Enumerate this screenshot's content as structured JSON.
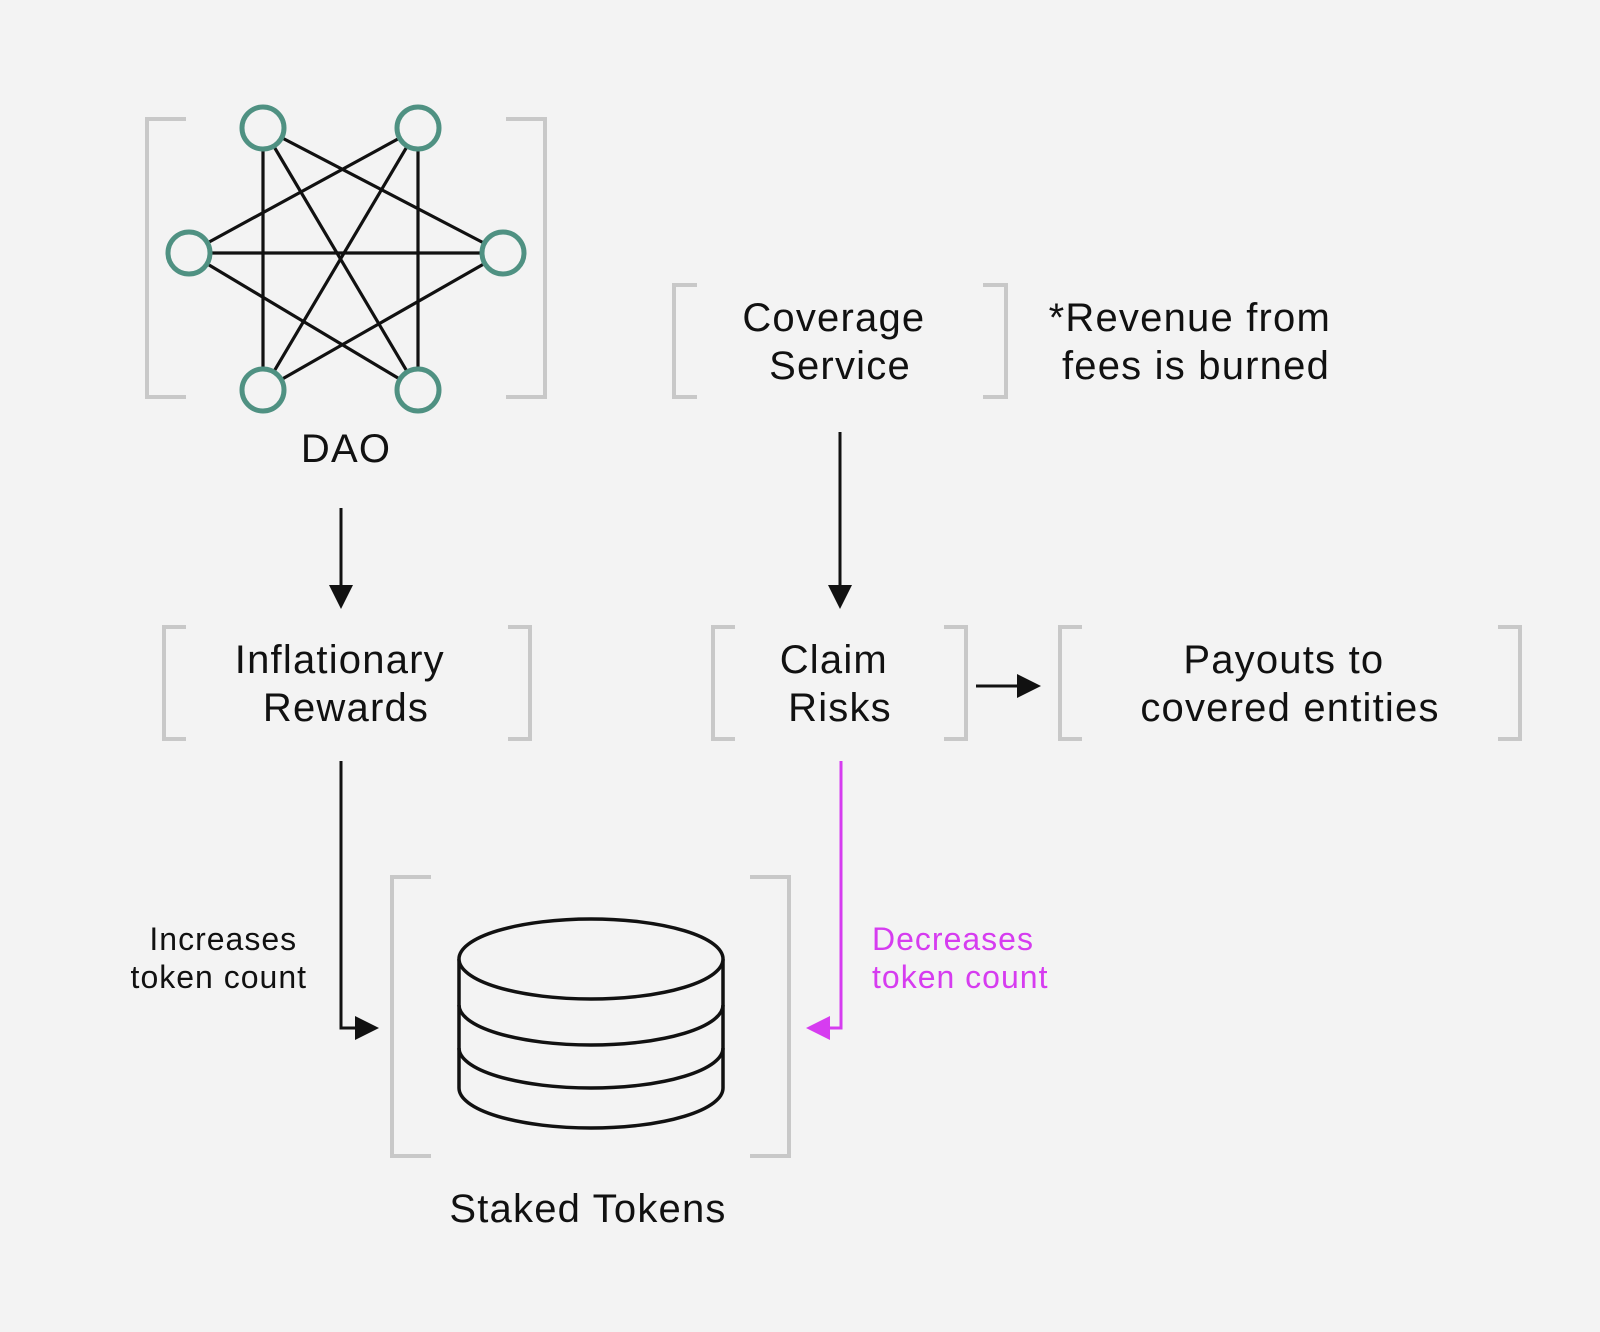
{
  "labels": {
    "dao": "DAO",
    "coverage_service": [
      "Coverage",
      "Service"
    ],
    "revenue_note": [
      "*Revenue from",
      "fees is burned"
    ],
    "inflationary_rewards": [
      "Inflationary",
      "Rewards"
    ],
    "claim_risks": [
      "Claim",
      "Risks"
    ],
    "payouts": [
      "Payouts to",
      "covered entities"
    ],
    "increases": [
      "Increases",
      "token count"
    ],
    "decreases": [
      "Decreases",
      "token count"
    ],
    "staked_tokens": "Staked Tokens"
  },
  "colors": {
    "background": "#f3f3f3",
    "ink": "#111111",
    "bracket": "#c8c8c8",
    "node_ring": "#4f9182",
    "decrease_accent": "#d63cf0"
  },
  "icons": {
    "dao": "network-graph-icon",
    "staked_tokens": "database-stack-icon"
  }
}
